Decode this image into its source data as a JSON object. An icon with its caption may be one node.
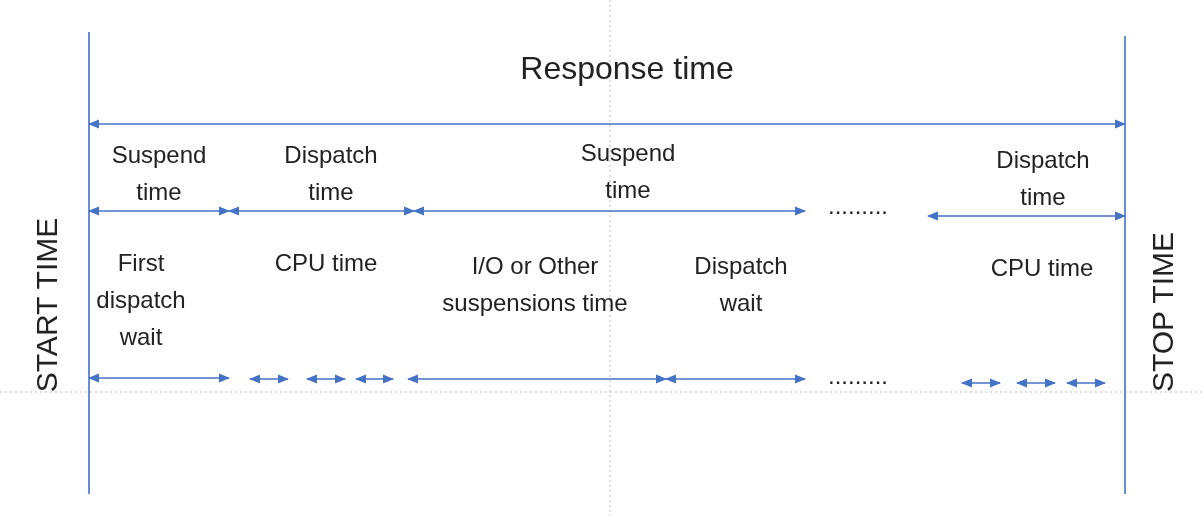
{
  "diagram": {
    "labels": [
      "Response time",
      "Suspend time",
      "Dispatch time",
      "Suspend time",
      ".........",
      "Dispatch time",
      "First dispatch wait",
      "CPU time",
      "I/O or Other suspensions time",
      "Dispatch wait",
      "CPU time",
      ".........",
      "START TIME",
      "STOP TIME"
    ]
  }
}
